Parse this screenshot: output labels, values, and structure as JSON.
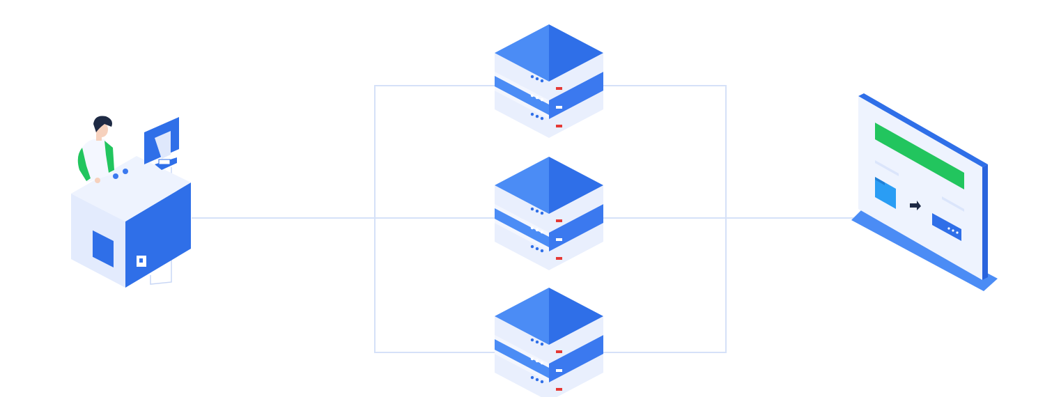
{
  "diagram": {
    "nodes": [
      {
        "id": "client",
        "kind": "kiosk-with-person",
        "icon": "kiosk-terminal-icon"
      },
      {
        "id": "server-1",
        "kind": "server-stack",
        "icon": "server-stack-icon"
      },
      {
        "id": "server-2",
        "kind": "server-stack",
        "icon": "server-stack-icon"
      },
      {
        "id": "server-3",
        "kind": "server-stack",
        "icon": "server-stack-icon"
      },
      {
        "id": "display",
        "kind": "monitor-screen",
        "icon": "monitor-display-icon"
      }
    ],
    "edges": [
      {
        "from": "client",
        "to": "server-1"
      },
      {
        "from": "client",
        "to": "server-2"
      },
      {
        "from": "client",
        "to": "server-3"
      },
      {
        "from": "server-1",
        "to": "display"
      },
      {
        "from": "server-2",
        "to": "display"
      },
      {
        "from": "server-3",
        "to": "display"
      }
    ]
  },
  "colors": {
    "blue_primary": "#2f6fe8",
    "blue_light": "#4b8cf5",
    "blue_side": "#3b79ef",
    "panel_light": "#e9effd",
    "panel_lighter": "#f3f6fe",
    "connector": "#d5e1f8",
    "led_red": "#e53935",
    "screen_bar": "#22c55e",
    "person_green": "#22c55e",
    "hair": "#1e2a44",
    "skin": "#f6d1bd"
  }
}
